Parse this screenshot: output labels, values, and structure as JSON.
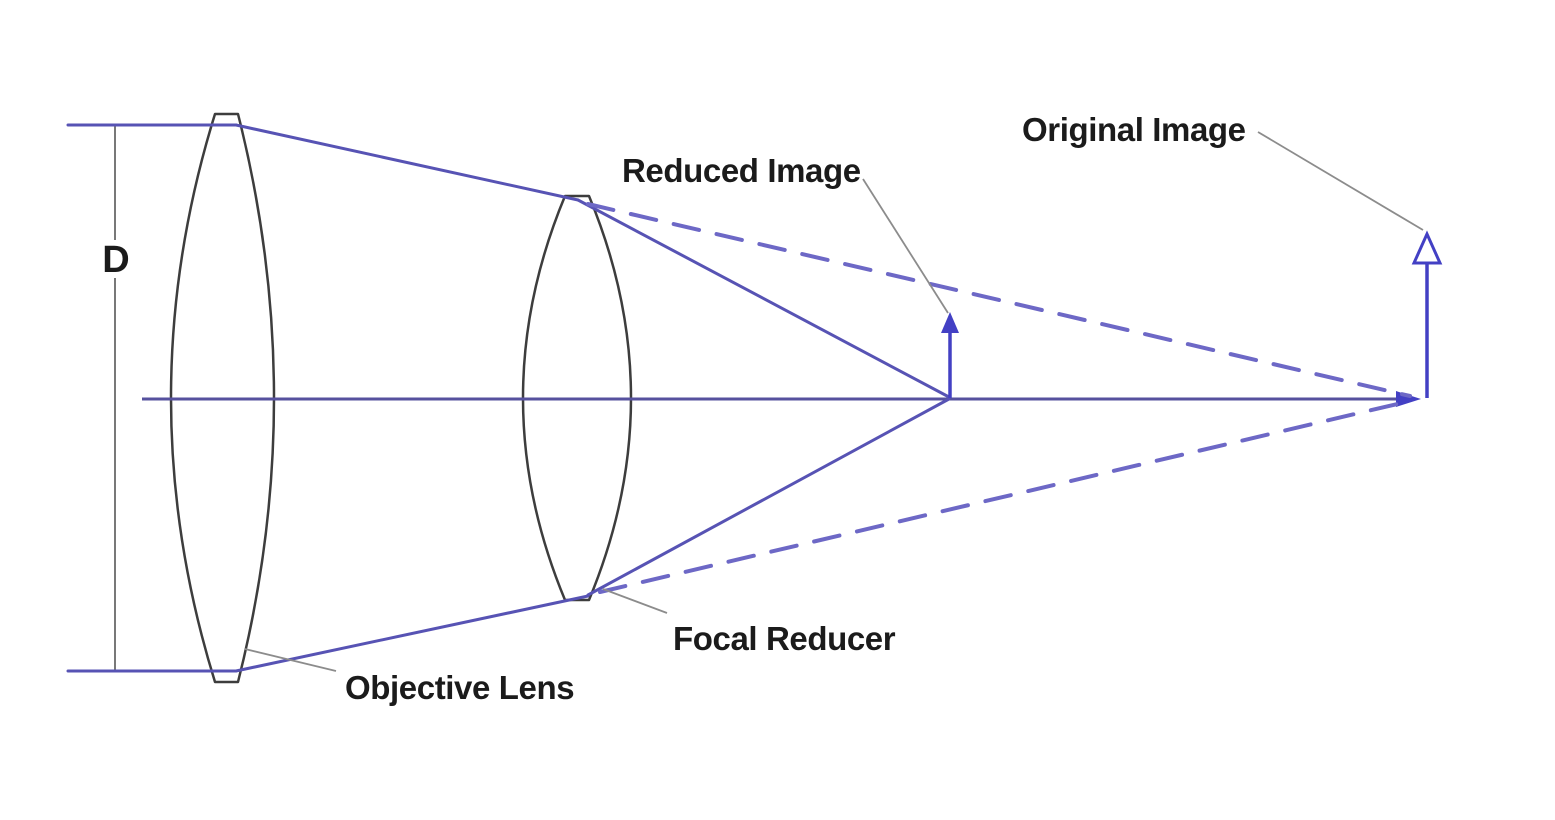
{
  "diagram": {
    "description": "Optical ray diagram of a telescope focal reducer",
    "labels": {
      "aperture": "D",
      "reduced_image": "Reduced Image",
      "original_image": "Original Image",
      "focal_reducer": "Focal Reducer",
      "objective_lens": "Objective Lens"
    }
  },
  "colors": {
    "background": "#ffffff",
    "ray_solid": "#5753b4",
    "ray_dashed": "#6d68c6",
    "axis": "#56519e",
    "arrow_accent": "#4340c4",
    "lens_outline": "#3d3d3d",
    "leader": "#8c8c8c",
    "dimension_line": "#6a6a6a",
    "label_text": "#1b1b1b"
  }
}
